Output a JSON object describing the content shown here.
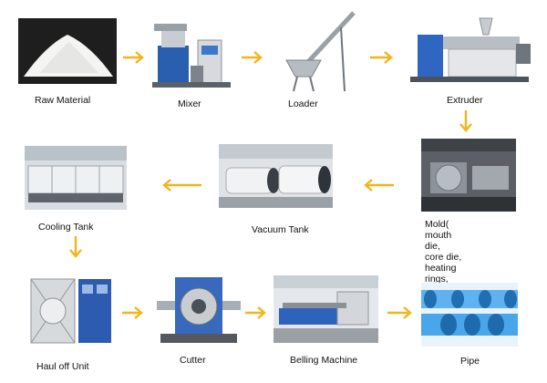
{
  "diagram": {
    "steps": [
      {
        "id": "raw-material",
        "label": "Raw  Material"
      },
      {
        "id": "mixer",
        "label": "Mixer"
      },
      {
        "id": "loader",
        "label": "Loader"
      },
      {
        "id": "extruder",
        "label": "Extruder"
      },
      {
        "id": "mold",
        "label": "Mold( mouth die,\ncore die, heating rings,\ncalibrator)"
      },
      {
        "id": "vacuum-tank",
        "label": "Vacuum Tank"
      },
      {
        "id": "cooling-tank",
        "label": "Cooling Tank"
      },
      {
        "id": "haul-off-unit",
        "label": "Haul off Unit"
      },
      {
        "id": "cutter",
        "label": "Cutter"
      },
      {
        "id": "belling-machine",
        "label": "Belling Machine"
      },
      {
        "id": "pipe",
        "label": "Pipe"
      }
    ],
    "arrow_color": "#f2b51b"
  }
}
